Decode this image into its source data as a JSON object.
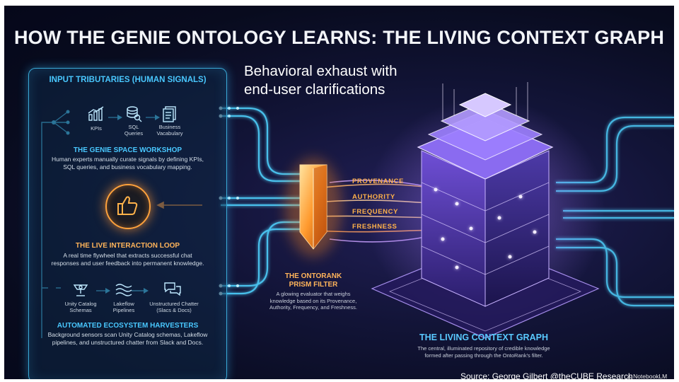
{
  "title": "HOW THE GENIE ONTOLOGY LEARNS: THE LIVING CONTEXT GRAPH",
  "overlay_text": {
    "line1": "Behavioral exhaust with",
    "line2": "end-user clarifications"
  },
  "panel": {
    "title": "INPUT TRIBUTARIES (HUMAN SIGNALS)",
    "top_icons": [
      {
        "icon": "bar-chart-icon",
        "label": "KPIs"
      },
      {
        "icon": "database-search-icon",
        "label_line1": "SQL",
        "label_line2": "Queries"
      },
      {
        "icon": "document-icon",
        "label_line1": "Business",
        "label_line2": "Vacabulary"
      }
    ],
    "workshop": {
      "title": "THE GENIE SPACE WORKSHOP",
      "desc_line1": "Human experts manually curate signals by defining KPIs,",
      "desc_line2": "SQL queries, and business vocabulary mapping."
    },
    "loop": {
      "icon": "thumbs-up-icon",
      "title": "THE LIVE INTERACTION LOOP",
      "desc_line1": "A real time flywheel that extracts successful chat",
      "desc_line2": "responses and user feedback into permanent knowledge."
    },
    "bottom_icons": [
      {
        "icon": "camera-icon",
        "label_line1": "Unity Catalog",
        "label_line2": "Schemas"
      },
      {
        "icon": "waves-icon",
        "label_line1": "Lakeflow",
        "label_line2": "Pipelines"
      },
      {
        "icon": "chat-bubbles-icon",
        "label_line1": "Unstructured Chatter",
        "label_line2": "(Slacs & Docs)"
      }
    ],
    "harvesters": {
      "title": "AUTOMATED ECOSYSTEM HARVESTERS",
      "desc_line1": "Background sensors scan Unity Catalog schemas, Lakeflow",
      "desc_line2": "pipelines, and unstructured chatter from Slack and Docs."
    }
  },
  "filter_tags": [
    "PROVENANCE",
    "AUTHORITY",
    "FREQUENCY",
    "FRESHNESS"
  ],
  "prism": {
    "title_line1": "THE ONTORANK",
    "title_line2": "PRISM FILTER",
    "desc_line1": "A glowing evaluator that weighs",
    "desc_line2": "knowledge based on its Provenance,",
    "desc_line3": "Authority, Frequency, and Freshness."
  },
  "graph": {
    "title": "THE LIVING CONTEXT GRAPH",
    "desc_line1": "The central, illuminated repository of credible knowledge",
    "desc_line2": "formed after passing through the OntoRank's filter."
  },
  "source": "Source: George Gilbert @theCUBE Research",
  "watermark": "NotebookLM",
  "colors": {
    "accent_cyan": "#49c8ff",
    "accent_orange": "#ffb24a",
    "cube_purple": "#a77bff",
    "background": "#0b0e26"
  }
}
